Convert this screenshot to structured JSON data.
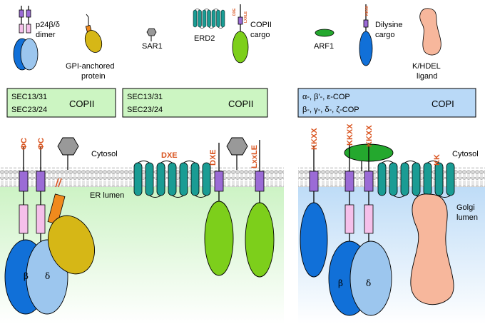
{
  "legend": {
    "p24_label_1": "p24β/δ",
    "p24_label_2": "dimer",
    "gpi_label_1": "GPI-anchored",
    "gpi_label_2": "protein",
    "sar1_label": "SAR1",
    "erd2_label": "ERD2",
    "copii_cargo_label_1": "COPII",
    "copii_cargo_label_2": "cargo",
    "copii_cargo_motif_1": "DXE",
    "copii_cargo_motif_2": "LXXLE",
    "arf1_label": "ARF1",
    "dilysine_label_1": "Dilysine",
    "dilysine_label_2": "cargo",
    "dilysine_motif": "KKXX",
    "khdel_label_1": "K/HDEL",
    "khdel_label_2": "ligand"
  },
  "coat_boxes": {
    "box1": {
      "line1": "SEC13/31",
      "line2": "SEC23/24",
      "tag": "COPII"
    },
    "box2": {
      "line1": "SEC13/31",
      "line2": "SEC23/24",
      "tag": "COPII"
    },
    "box3": {
      "line1": "α-, β'-, ε-COP",
      "line2": "β-, γ-, δ-, ζ-COP",
      "tag": "COPI"
    }
  },
  "er_panel": {
    "motif_phi_c_1": "ΦC",
    "motif_phi_c_2": "ΦC",
    "cytosol": "Cytosol",
    "erd2_motif": "DXE",
    "lumen": "ER lumen",
    "cargo_motif_1": "DXE",
    "cargo_motif_2": "LxxLE",
    "beta": "β",
    "delta": "δ"
  },
  "golgi_panel": {
    "motif_kkxx_1": "KKXX",
    "motif_kkxx_2": "KKXX",
    "motif_kkxx_3": "KKXX",
    "motif_kk": "KK",
    "cytosol": "Cytosol",
    "lumen_1": "Golgi",
    "lumen_2": "lumen",
    "beta": "β",
    "delta": "δ"
  },
  "colors": {
    "coat_copii_fill": "#ccf5c2",
    "coat_copi_fill": "#b9d9f7",
    "p24_purple": "#9b6bd6",
    "p24_pink": "#f5c0ea",
    "beta_blue": "#1170d8",
    "delta_lightblue": "#9cc6ee",
    "gpi_yellow": "#d6b716",
    "gpi_orange": "#f08a1d",
    "erd2_teal": "#1a9c94",
    "cargo_green": "#7dcf1b",
    "arf1_green": "#24a82e",
    "khdel_salmon": "#f7b79c",
    "motif_red": "#d9531e",
    "er_lumen": "#d6f5cf",
    "golgi_lumen": "#c7e0f8"
  }
}
